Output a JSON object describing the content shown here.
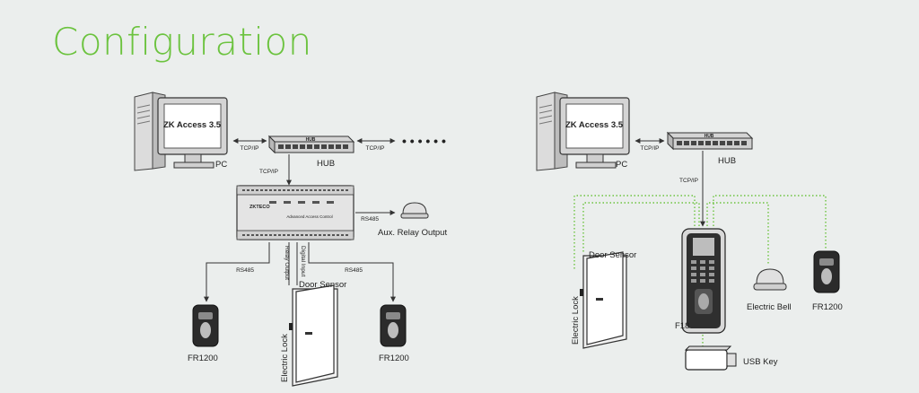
{
  "title": "Configuration",
  "left": {
    "software": "ZK Access 3.5",
    "pc": "PC",
    "hub": "HUB",
    "hub_brand": "HUB",
    "tcpip_pc_hub": "TCP/IP",
    "tcpip_hub_more": "TCP/IP",
    "tcpip_hub_panel": "TCP/IP",
    "ellipsis": "• • • • • •",
    "panel_brand": "ZKTECO",
    "panel_caption": "Advanced Access Control",
    "rs485_aux": "RS485",
    "aux_relay": "Aux. Relay Output",
    "rs485_left": "RS485",
    "rs485_right": "RS485",
    "relay_output": "Relay Output",
    "digital_input": "Digital Input",
    "door_sensor": "Door Sensor",
    "electric_lock": "Electric Lock",
    "reader_left": "FR1200",
    "reader_right": "FR1200"
  },
  "right": {
    "software": "ZK Access 3.5",
    "pc": "PC",
    "hub": "HUB",
    "hub_brand": "HUB",
    "tcpip_pc_hub": "TCP/IP",
    "tcpip_hub_f18": "TCP/IP",
    "door_sensor": "Door Sensor",
    "electric_lock": "Electric Lock",
    "device": "F18",
    "electric_bell": "Electric Bell",
    "reader": "FR1200",
    "usb_key": "USB Key"
  },
  "colors": {
    "title": "#6cc33f",
    "dotted_wire": "#6cc33f",
    "solid_wire": "#333333",
    "background": "#ebeeed"
  }
}
